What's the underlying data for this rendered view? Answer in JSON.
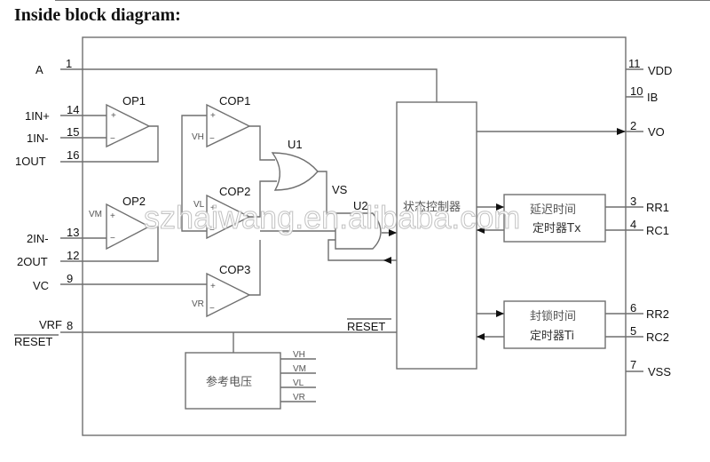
{
  "heading": "Inside block diagram:",
  "pins_left": [
    {
      "num": "1",
      "name": "A"
    },
    {
      "num": "14",
      "name": "1IN+"
    },
    {
      "num": "15",
      "name": "1IN-"
    },
    {
      "num": "16",
      "name": "1OUT"
    },
    {
      "num": "13",
      "name": "2IN-"
    },
    {
      "num": "12",
      "name": "2OUT"
    },
    {
      "num": "9",
      "name": "VC"
    },
    {
      "num": "8",
      "name_top": "VRF",
      "name_bottom": "RESET"
    }
  ],
  "pins_right": [
    {
      "num": "11",
      "name": "VDD"
    },
    {
      "num": "10",
      "name": "IB"
    },
    {
      "num": "2",
      "name": "VO"
    },
    {
      "num": "3",
      "name": "RR1"
    },
    {
      "num": "4",
      "name": "RC1"
    },
    {
      "num": "6",
      "name": "RR2"
    },
    {
      "num": "5",
      "name": "RC2"
    },
    {
      "num": "7",
      "name": "VSS"
    }
  ],
  "amplifiers": {
    "op1": {
      "label": "OP1",
      "plus": "+",
      "minus": "−"
    },
    "op2": {
      "label": "OP2",
      "ref": "VM",
      "plus": "+",
      "minus": "−"
    },
    "cop1": {
      "label": "COP1",
      "ref": "VH",
      "plus": "+",
      "minus": "−"
    },
    "cop2": {
      "label": "COP2",
      "ref": "VL",
      "plus": "+",
      "minus": "−"
    },
    "cop3": {
      "label": "COP3",
      "ref": "VR",
      "plus": "+",
      "minus": "−"
    }
  },
  "gates": {
    "u1": "U1",
    "u2": "U2",
    "vs": "VS"
  },
  "blocks": {
    "state_controller": "状态控制器",
    "delay_timer_line1": "延迟时间",
    "delay_timer_line2": "定时器Tx",
    "lock_timer_line1": "封锁时间",
    "lock_timer_line2": "定时器Ti",
    "reference_voltage": "参考电压",
    "reset_label": "RESET"
  },
  "reference_outputs": [
    "VH",
    "VM",
    "VL",
    "VR"
  ],
  "watermark": "szhaiwang.en.alibaba.com"
}
